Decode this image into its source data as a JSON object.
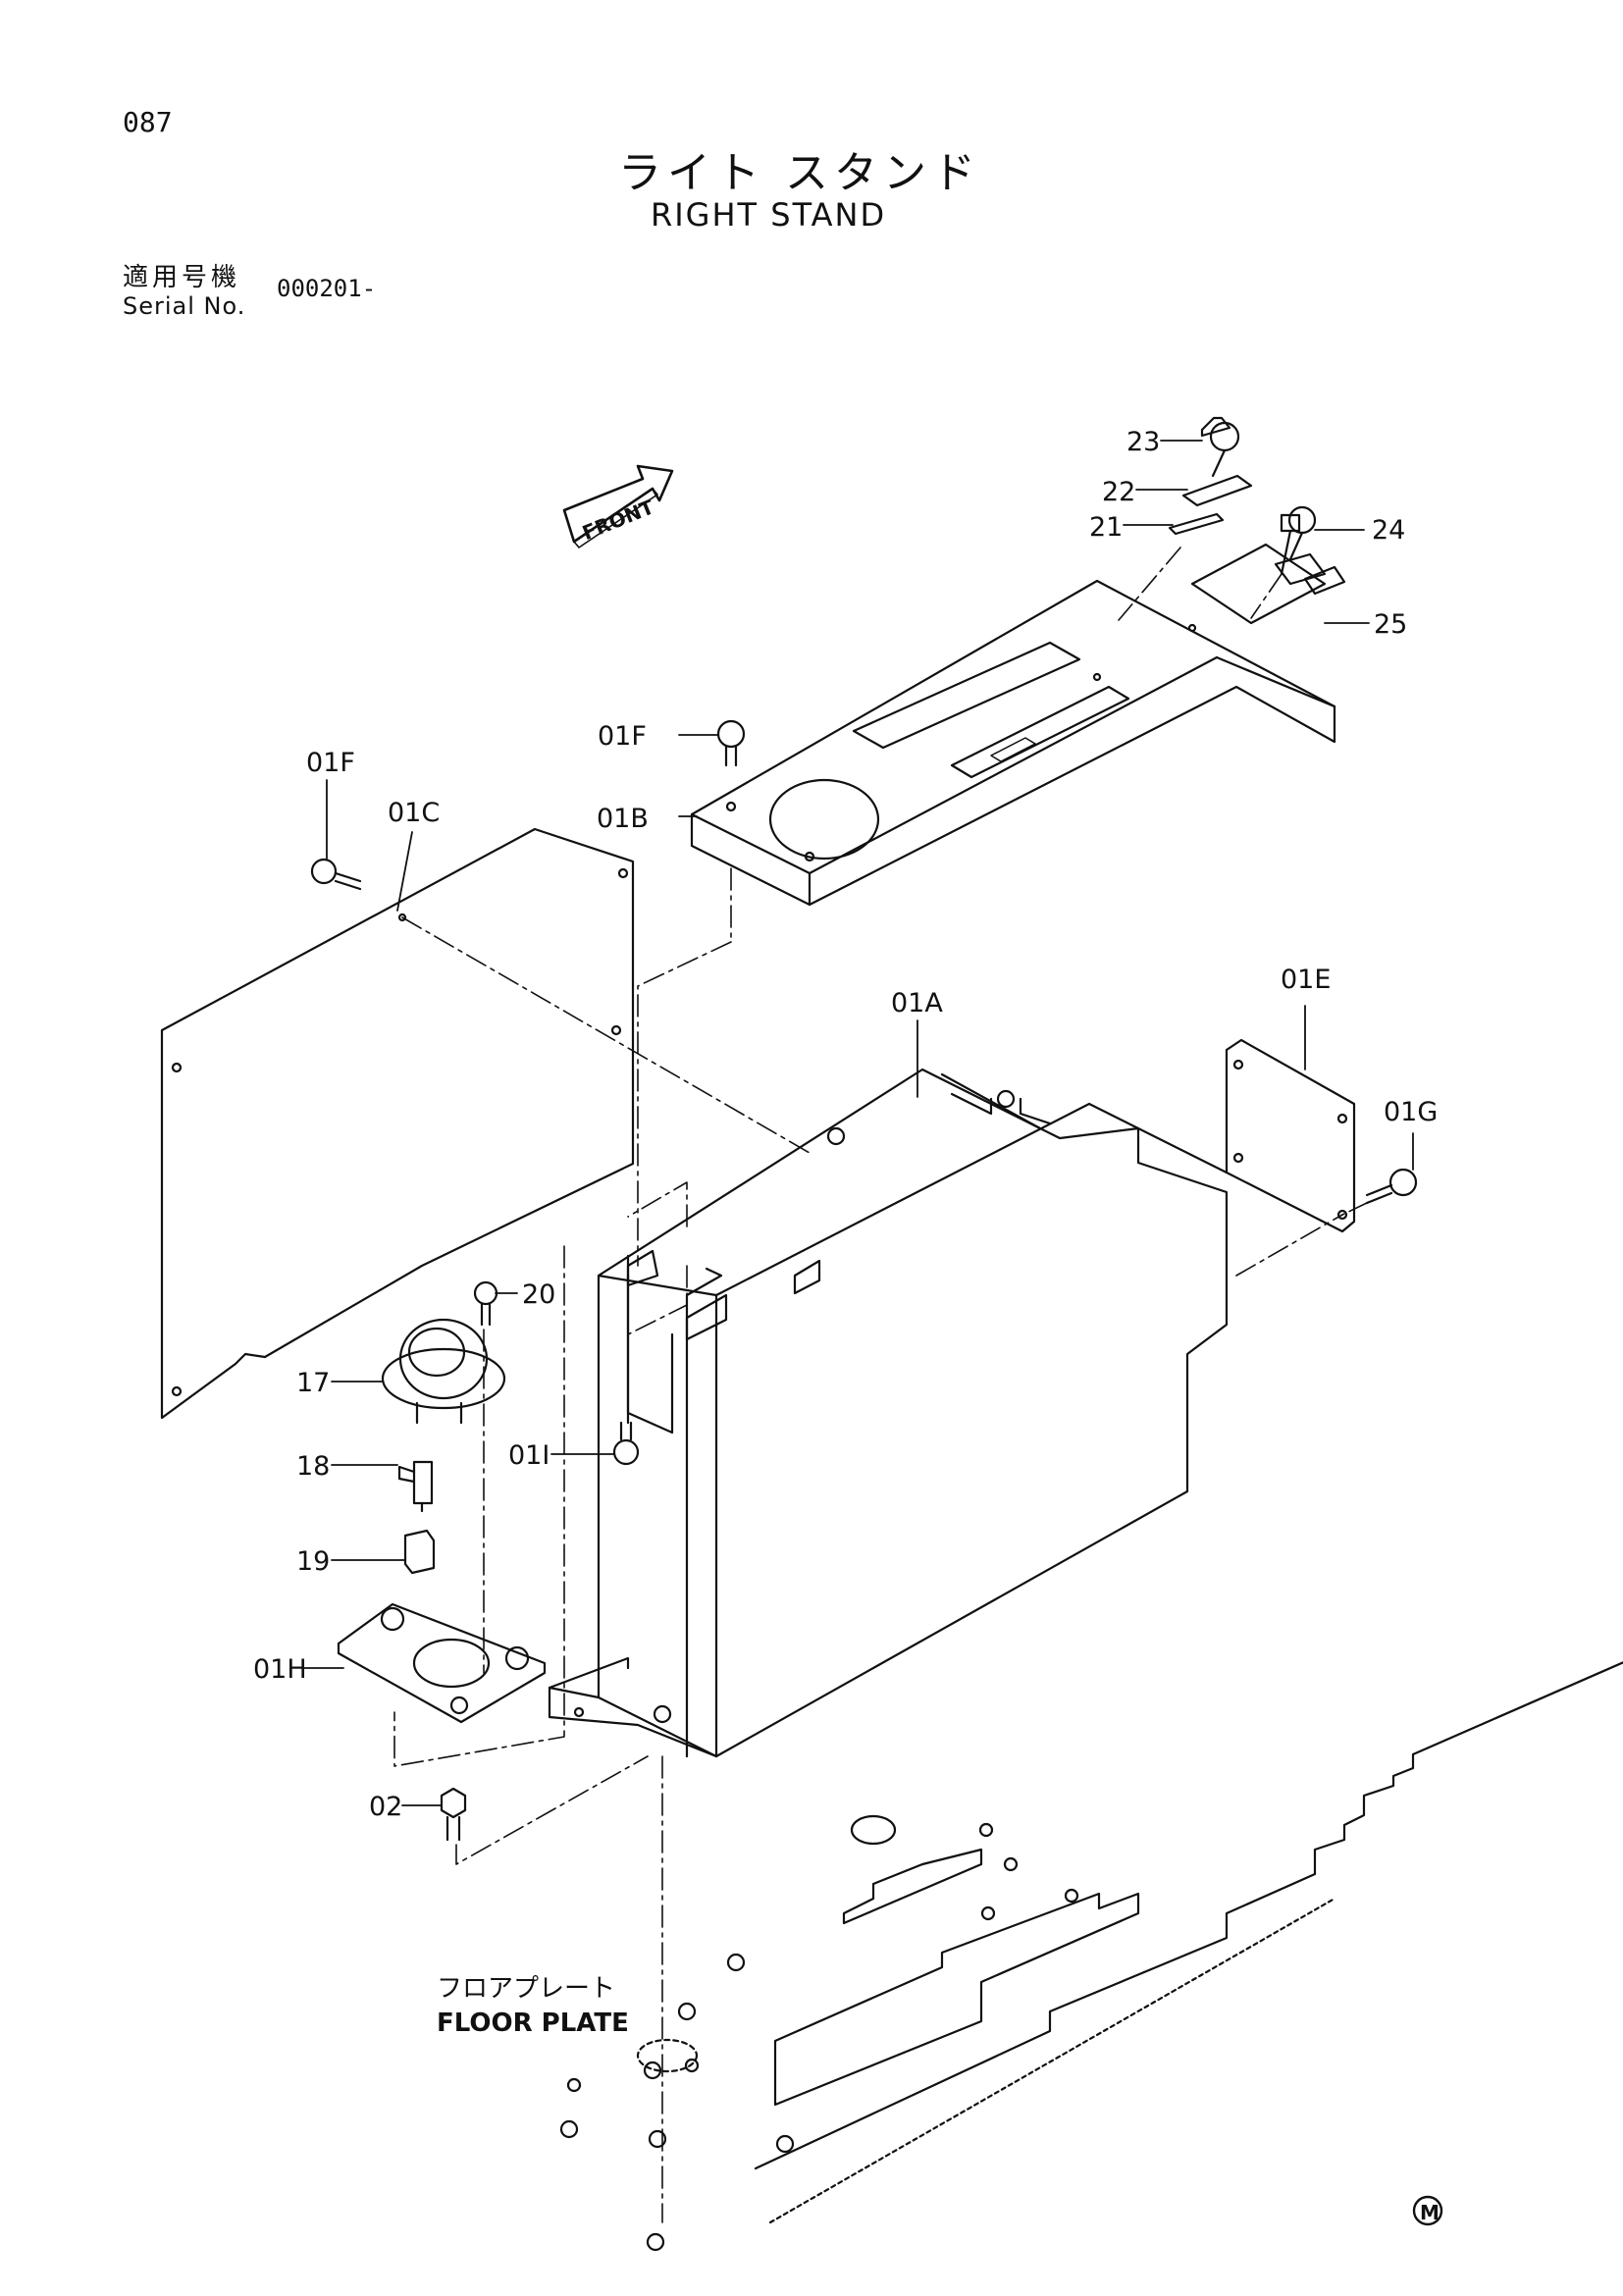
{
  "header": {
    "page_number": "087",
    "title_jp": "ライト スタンド",
    "title_en": "RIGHT STAND",
    "serial_label_jp": "適用号機",
    "serial_label_en": "Serial No.",
    "serial_value": "000201-"
  },
  "callouts": {
    "c23": "23",
    "c22": "22",
    "c21": "21",
    "c24": "24",
    "c25": "25",
    "c01F_top": "01F",
    "c01F_left": "01F",
    "c01C": "01C",
    "c01B": "01B",
    "c01A": "01A",
    "c01E": "01E",
    "c01G": "01G",
    "c20": "20",
    "c17": "17",
    "c18": "18",
    "c19": "19",
    "c01I": "01I",
    "c01H": "01H",
    "c02": "02"
  },
  "front_label": "FRONT",
  "floor_plate": {
    "label_jp": "フロアプレート",
    "label_en": "FLOOR PLATE"
  },
  "mark": "M"
}
